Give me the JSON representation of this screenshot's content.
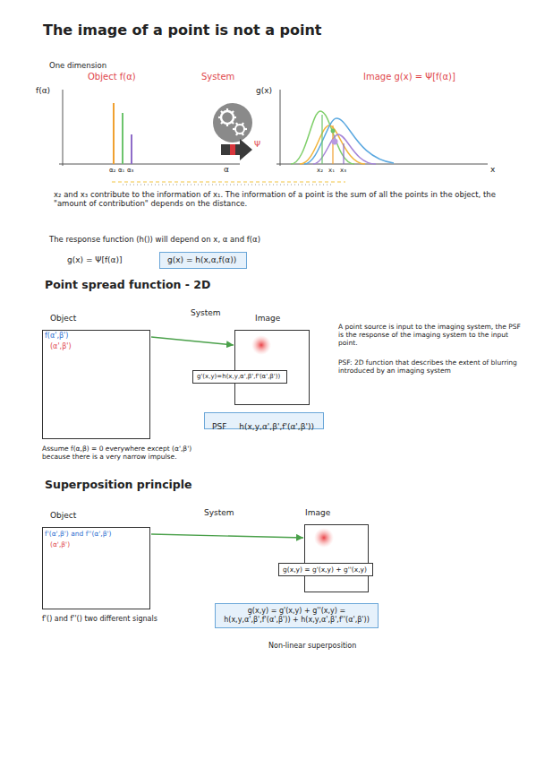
{
  "diagram": {
    "title": "The image of a point is not a point",
    "nodes": [
      {
        "text": [
          "g(x) = h(x,α,f(α))"
        ]
      },
      {
        "text": [
          "Object",
          "f(α',β')",
          "(α',β')"
        ]
      },
      {
        "text": [
          "Image"
        ]
      },
      {
        "text": [
          "g'(x,y)=h(x,y,α',β',f'(α',β'))"
        ],
        "in": 2
      },
      {
        "text": [
          "PSF",
          "h(x,y,α',β',f'(α',β'))"
        ]
      },
      {
        "text": [
          "Object",
          "f'(α',β') and f''(α',β')",
          "(α',β')"
        ]
      },
      {
        "text": [
          "Image"
        ]
      },
      {
        "text": [
          "g(x,y) = g'(x,y) + g''(x,y)"
        ],
        "in": 6
      },
      {
        "text": [
          "g(x,y) = g'(x,y) + g''(x,y) =",
          "h(x,y,α',β',f'(α',β')) + h(x,y,α',β',f''(α',β'))"
        ]
      }
    ],
    "edges": [
      {
        "from": 1,
        "to": 2,
        "arrow": "to"
      },
      {
        "from": 5,
        "to": 6,
        "arrow": "to"
      }
    ],
    "labels": [
      "One dimension",
      "Object f(α)",
      "System",
      "Image g(x) = Ψ[f(α)]",
      "f(α)",
      "α",
      "α₂",
      "α₁",
      "α₃",
      "Ψ",
      "g(x)",
      "x",
      "x₂",
      "x₁",
      "x₃",
      "x₂ and x₃ contribute to the information of x₁. The information of a point is the sum of all the points in the object, the \"amount of contribution\" depends on the distance.",
      "The response function (h()) will depend on x, α and f(α)",
      "g(x) = Ψ[f(α)]",
      "Point spread function - 2D",
      "System",
      "A point source is input to the imaging system, the PSF is the response of the imaging system to the input point.",
      "PSF: 2D function that describes the extent of blurring introduced by an imaging system",
      "Assume f(α,β) = 0 everywhere except (α',β') because there is a very narrow impulse.",
      "Superposition principle",
      "System",
      "f'() and f''() two different signals",
      "Non-linear superposition"
    ]
  }
}
